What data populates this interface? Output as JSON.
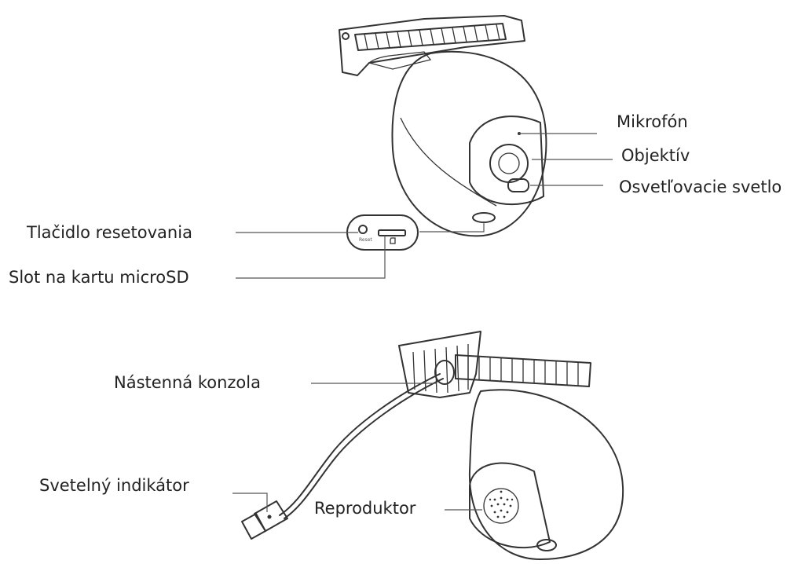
{
  "labels": {
    "microphone": "Mikrofón",
    "lens": "Objektív",
    "illumination_light": "Osvetľovacie svetlo",
    "reset_button": "Tlačidlo resetovania",
    "microsd_slot": "Slot na kartu microSD",
    "wall_bracket": "Nástenná konzola",
    "indicator_light": "Svetelný indikátor",
    "speaker": "Reproduktor"
  },
  "reset_marking": "Reset"
}
